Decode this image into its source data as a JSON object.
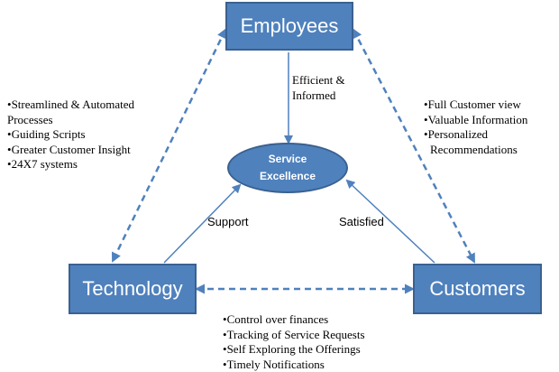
{
  "nodes": {
    "employees": "Employees",
    "technology": "Technology",
    "customers": "Customers",
    "center_line1": "Service",
    "center_line2": "Excellence"
  },
  "edge_labels": {
    "employees_to_center_line1": "Efficient &",
    "employees_to_center_line2": "Informed",
    "technology_to_center": "Support",
    "customers_to_center": "Satisfied"
  },
  "technology_employees_benefits": [
    "Streamlined & Automated",
    "Processes",
    "Guiding Scripts",
    "Greater Customer Insight",
    "24X7 systems"
  ],
  "employees_customers_benefits": [
    "Full Customer view",
    "Valuable Information",
    "Personalized",
    "Recommendations"
  ],
  "technology_customers_benefits": [
    "Control over finances",
    "Tracking of Service Requests",
    "Self Exploring the Offerings",
    "Timely Notifications"
  ],
  "colors": {
    "node_fill": "#4f81bd",
    "node_border": "#3a6190",
    "connector": "#4f81bd"
  }
}
